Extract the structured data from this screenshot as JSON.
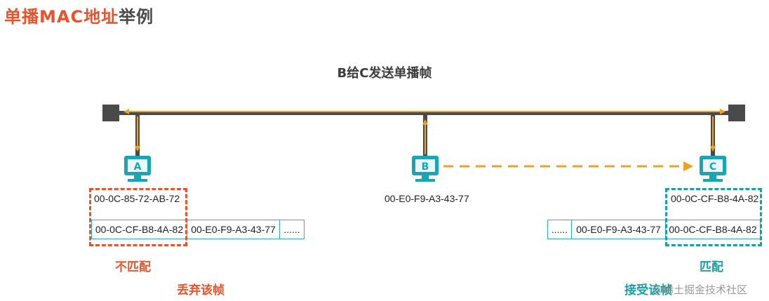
{
  "title_accent": "单播MAC地址",
  "title_rest": "举例",
  "subtitle": "B给C发送单播帧",
  "hosts": {
    "a": {
      "letter": "A",
      "mac": "00-0C-85-72-AB-72"
    },
    "b": {
      "letter": "B",
      "mac": "00-E0-F9-A3-43-77"
    },
    "c": {
      "letter": "C",
      "mac": "00-0C-CF-B8-4A-82"
    }
  },
  "frame_left": {
    "dst": "00-0C-CF-B8-4A-82",
    "src": "00-E0-F9-A3-43-77",
    "more": "......"
  },
  "frame_right": {
    "more": "......",
    "src": "00-E0-F9-A3-43-77",
    "dst": "00-0C-CF-B8-4A-82"
  },
  "labels": {
    "mismatch": "不匹配",
    "discard": "丢弃该帧",
    "match": "匹配",
    "accept": "接受该帧"
  },
  "watermark": "@稀土掘金技术社区",
  "colors": {
    "accent_red": "#e8532b",
    "teal": "#18a0a8",
    "wire": "#f2a020",
    "bus": "#4a4a4a"
  }
}
